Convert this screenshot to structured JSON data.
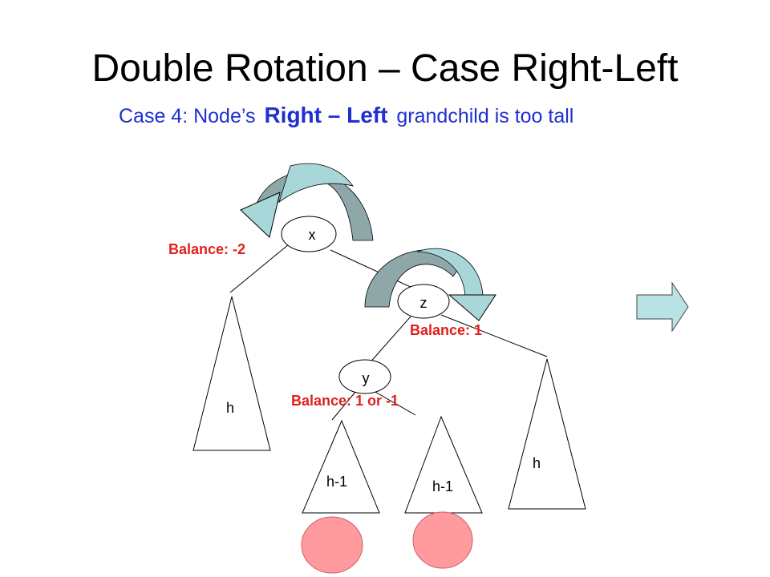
{
  "slide": {
    "title": "Double Rotation – Case Right-Left",
    "subtitle": {
      "prefix": "Case 4: Node’s",
      "emphasis": "Right – Left",
      "suffix": "grandchild is too tall"
    }
  },
  "diagram": {
    "nodes": {
      "x": "x",
      "z": "z",
      "y": "y"
    },
    "balances": {
      "x": "Balance: -2",
      "z": "Balance: 1",
      "y": "Balance: 1 or -1"
    },
    "subtrees": {
      "left_of_x": "h",
      "left_of_y": "h-1",
      "right_of_y": "h-1",
      "right_of_z": "h"
    },
    "colors": {
      "text": "#000000",
      "subtitle": "#1f2fd0",
      "balance": "#e0201e",
      "arrow_light": "#a9d7d9",
      "arrow_dark": "#8ea8aa",
      "next_arrow": "#b8e2e4",
      "bubble": "#ff9a9e"
    },
    "icons": [
      "rotation-arrow-icon",
      "rotation-arrow-icon",
      "next-arrow-icon"
    ]
  }
}
